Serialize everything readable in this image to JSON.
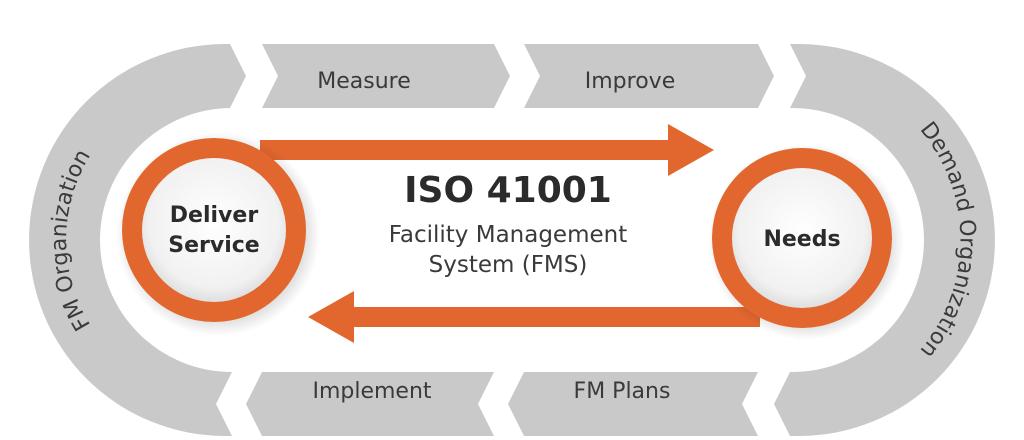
{
  "colors": {
    "accent": "#e2672f",
    "loop_grey": "#c9c9c9",
    "loop_grey_dark": "#b8b8b8",
    "chevron_grey": "#d3d3d3",
    "text_dark": "#2b2b2b"
  },
  "top_steps": [
    "Measure",
    "Improve"
  ],
  "bottom_steps": [
    "Implement",
    "FM Plans"
  ],
  "side_labels": {
    "left": "FM Organization",
    "right": "Demand Organization"
  },
  "center": {
    "title": "ISO 41001",
    "subtitle_line1": "Facility Management",
    "subtitle_line2": "System (FMS)"
  },
  "circles": {
    "left_line1": "Deliver",
    "left_line2": "Service",
    "right": "Needs"
  }
}
